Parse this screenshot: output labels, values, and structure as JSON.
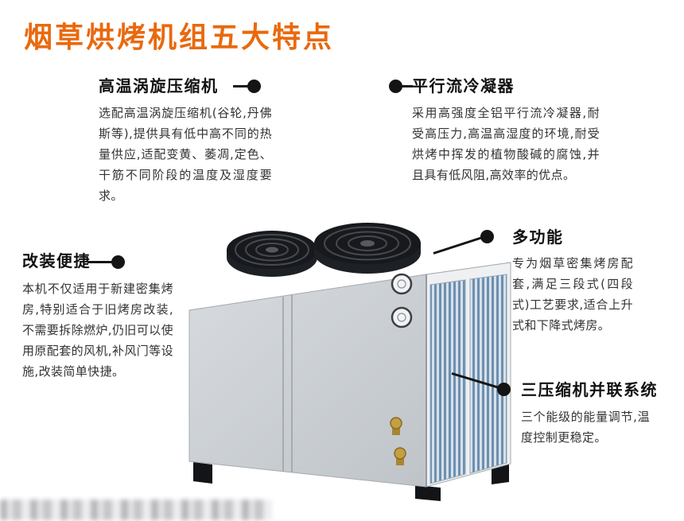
{
  "page": {
    "title": "烟草烘烤机组五大特点",
    "background": "#ffffff"
  },
  "colors": {
    "title_accent": "#e9690e",
    "heading_text": "#121212",
    "body_text": "#333333",
    "connector": "#141414",
    "machine_body_gray": "#cdd1d5",
    "condenser_blue": "#6b90b3"
  },
  "icons": {
    "callout_dot": "filled-circle",
    "machine_parts": [
      "axial-fan",
      "condenser-coil",
      "pressure-gauge",
      "service-valve",
      "mounting-foot"
    ]
  },
  "features": [
    {
      "heading": "高温涡旋压缩机",
      "body": "选配高温涡旋压缩机(谷轮,丹佛斯等),提供具有低中高不同的热量供应,适配变黄、萎凋,定色、干筋不同阶段的温度及湿度要求。"
    },
    {
      "heading": "平行流冷凝器",
      "body": "采用高强度全铝平行流冷凝器,耐受高压力,高温高湿度的环境,耐受烘烤中挥发的植物酸碱的腐蚀,并且具有低风阻,高效率的优点。"
    },
    {
      "heading": "改装便捷",
      "body": "本机不仅适用于新建密集烤房,特别适合于旧烤房改装,不需要拆除燃炉,仍旧可以使用原配套的风机,补风门等设施,改装简单快捷。"
    },
    {
      "heading": "多功能",
      "body": "专为烟草密集烤房配套,满足三段式(四段式)工艺要求,适合上升式和下降式烤房。"
    },
    {
      "heading": "三压缩机并联系统",
      "body": "三个能级的能量调节,温度控制更稳定。"
    }
  ]
}
